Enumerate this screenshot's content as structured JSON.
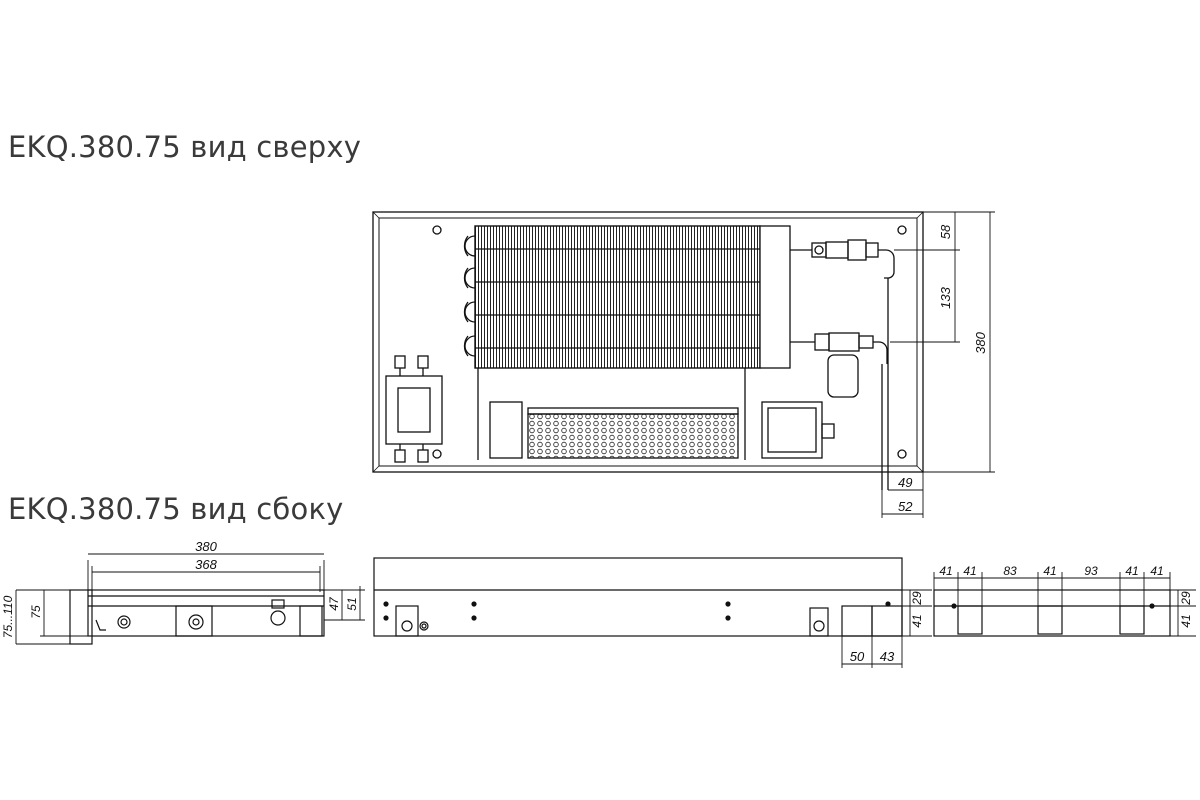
{
  "titles": {
    "top_view": "EKQ.380.75 вид сверху",
    "side_view": "EKQ.380.75 вид сбоку"
  },
  "top_dims": {
    "d58": "58",
    "d133": "133",
    "d380": "380",
    "d49": "49",
    "d52": "52"
  },
  "end_view_dims": {
    "width_outer": "380",
    "width_inner": "368",
    "height_range": "75...110",
    "height": "75",
    "d47": "47",
    "d51": "51"
  },
  "side_view_dims": {
    "d41": "41",
    "d29": "29",
    "d50": "50",
    "d43": "43"
  },
  "bottom_view_dims": {
    "spacings": [
      "41",
      "41",
      "83",
      "41",
      "93",
      "41",
      "41"
    ],
    "d41": "41",
    "d29": "29"
  }
}
